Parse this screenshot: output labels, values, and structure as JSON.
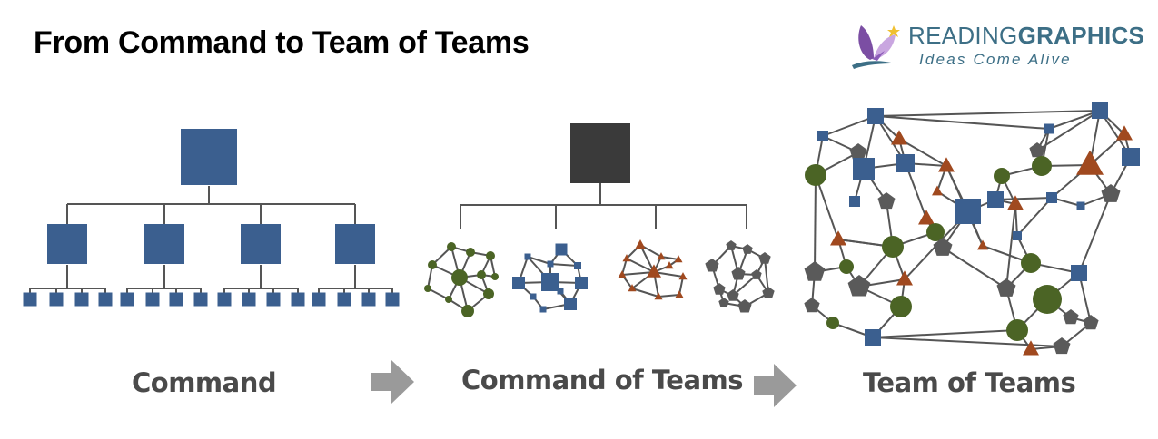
{
  "title": "From Command to Team of Teams",
  "brand": {
    "name_part1": "READING",
    "name_part2": "GRAPHICS",
    "tagline": "Ideas Come Alive"
  },
  "stages": [
    {
      "label": "Command"
    },
    {
      "label": "Command of Teams"
    },
    {
      "label": "Team of Teams"
    }
  ],
  "colors": {
    "blue": "#3b5f8f",
    "green": "#4b6425",
    "orange": "#a0491f",
    "gray": "#5a5a5a",
    "dark": "#3a3a3a",
    "line": "#555555",
    "arrow": "#9a9a9a"
  }
}
